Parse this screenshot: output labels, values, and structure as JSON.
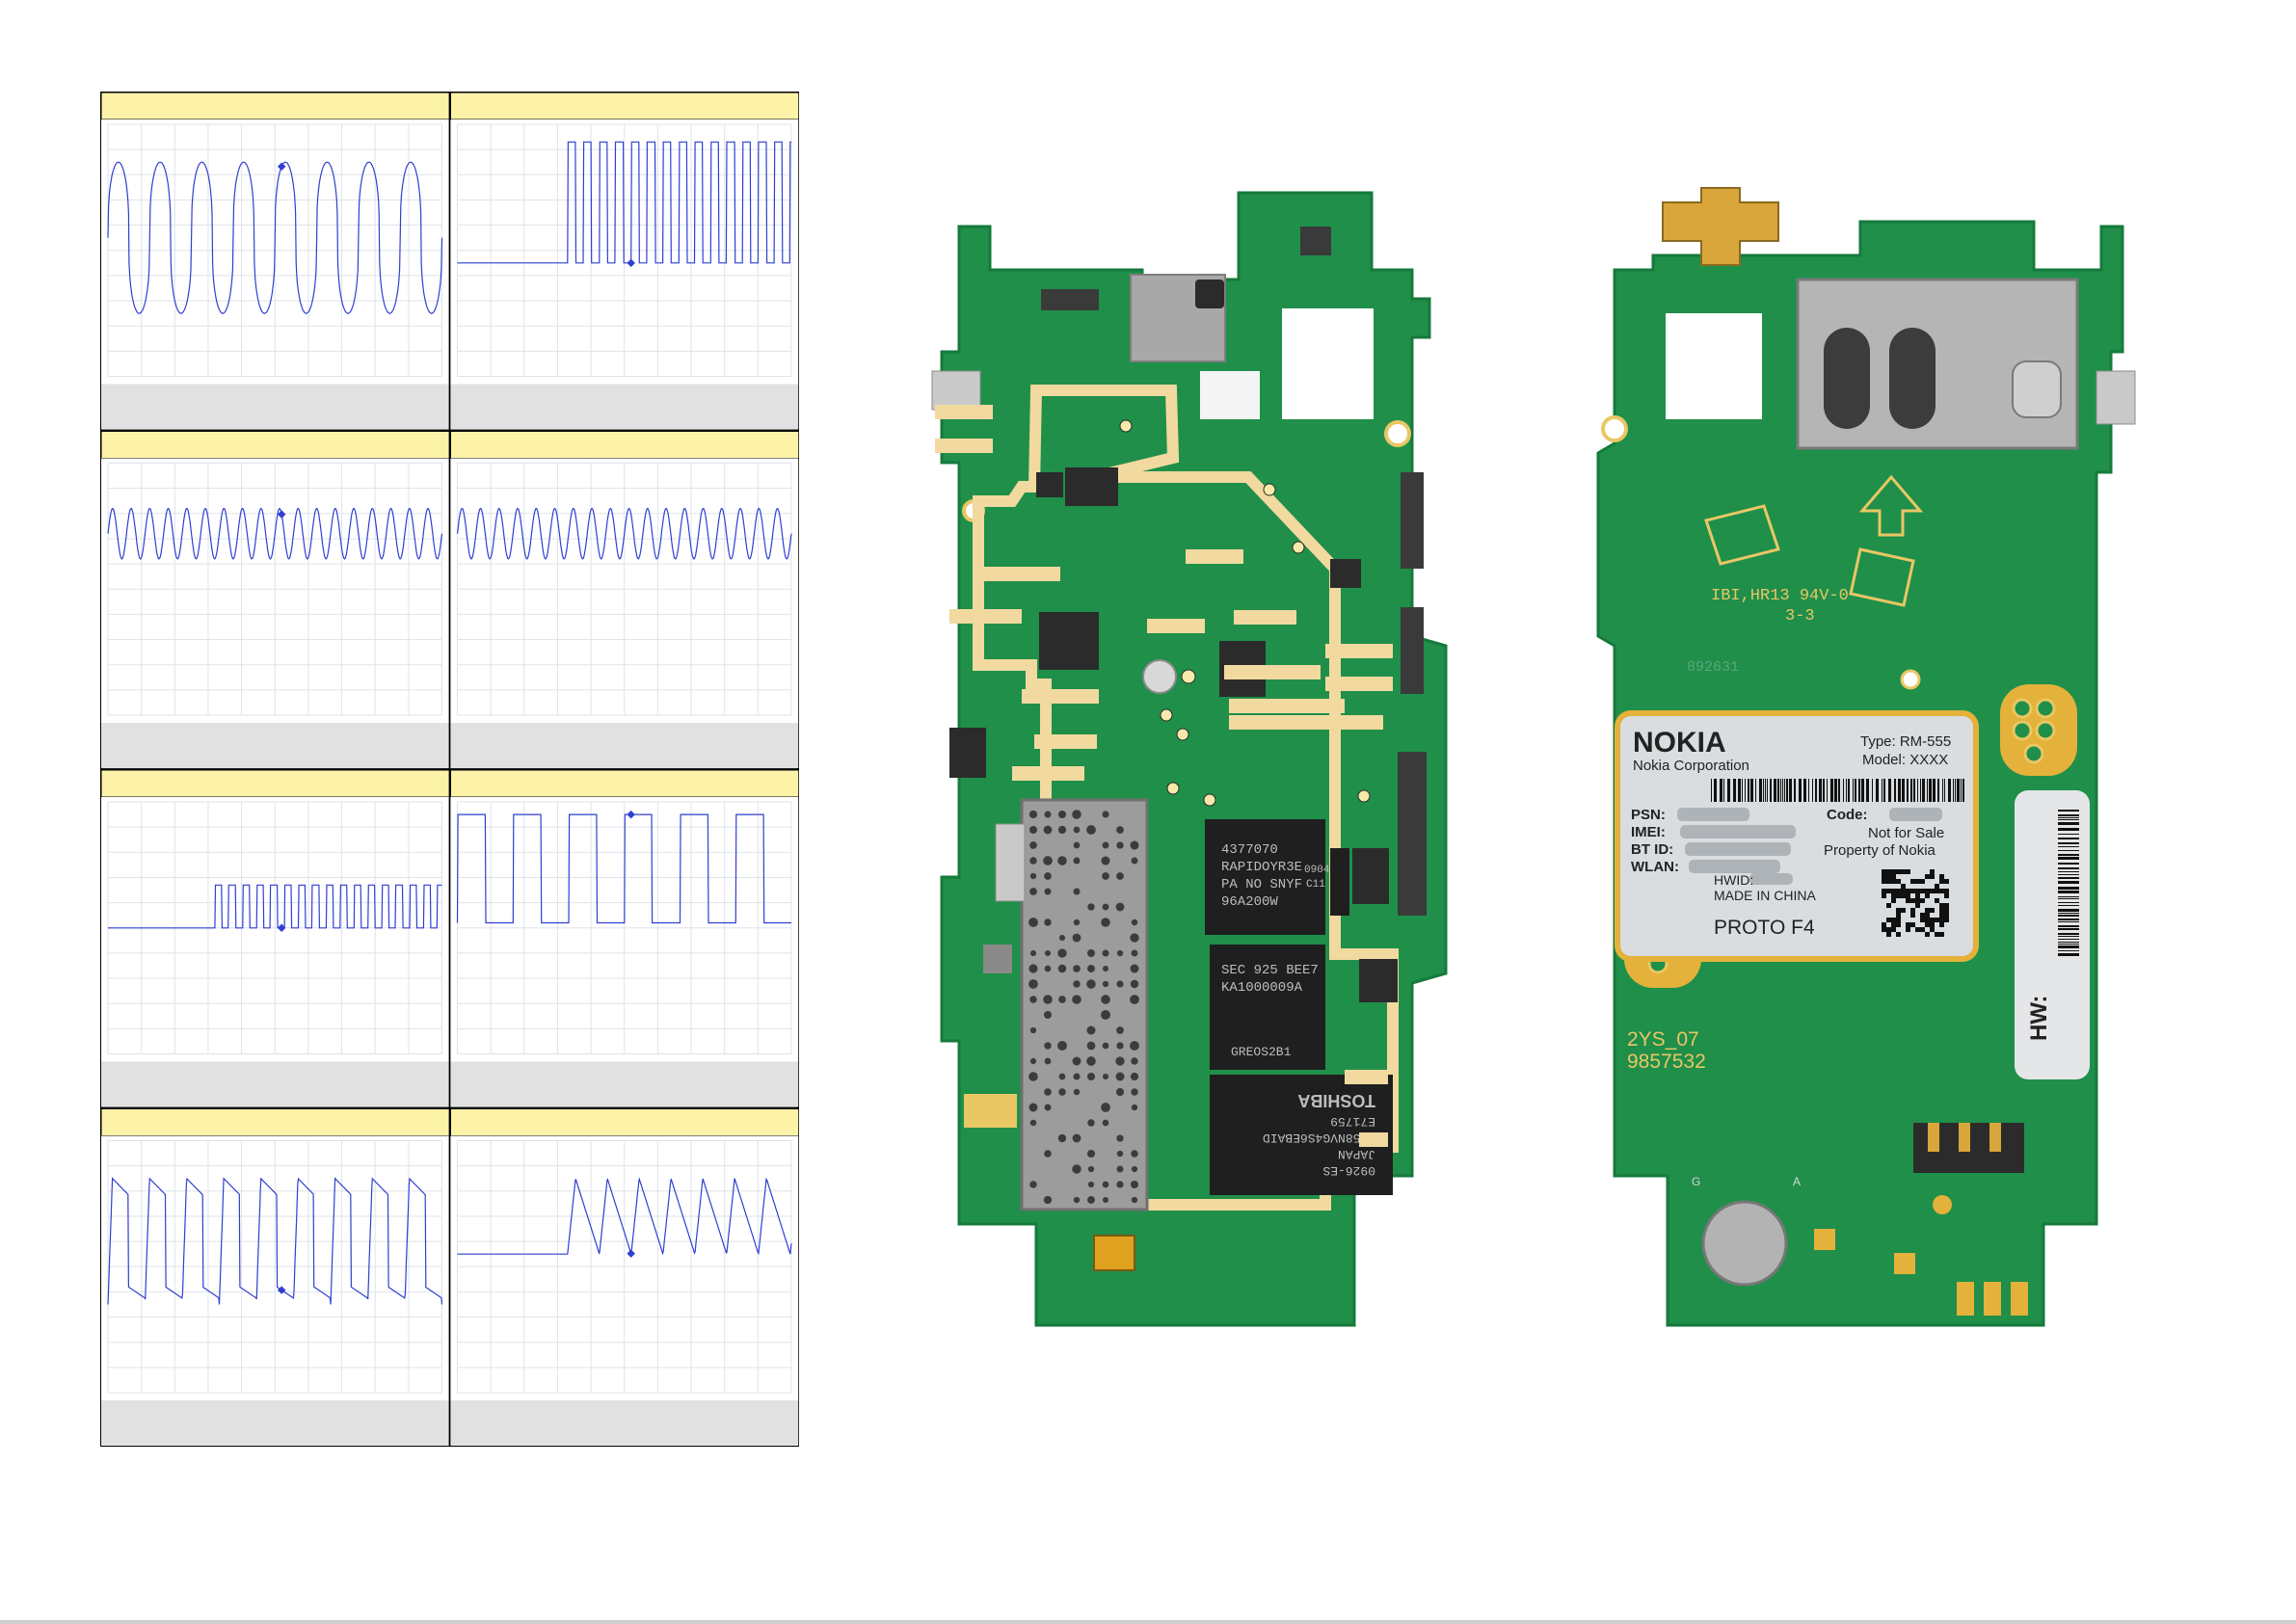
{
  "colors": {
    "panel_header": "#fdf3a8",
    "panel_footer": "#e1e1e1",
    "plot_background": "#ffffff",
    "trace": "#2f3fd1",
    "grid": "#dfe3ea",
    "pcb_green": "#1f8f4a",
    "pcb_dark": "#167a3c",
    "callout": "#f1d9a0",
    "shield": "#9c9c9c",
    "chip": "#2b2b2b",
    "label": "#d9dde0"
  },
  "oscilloscope_panels": [
    {
      "id": "p1",
      "waveform": "smooth-periodic",
      "cycles": 8,
      "markers": 1
    },
    {
      "id": "p2",
      "waveform": "square-burst-after-flat",
      "cycles": 14,
      "markers": 1
    },
    {
      "id": "p3",
      "waveform": "dense-sine",
      "cycles": 18,
      "markers": 1
    },
    {
      "id": "p4",
      "waveform": "dense-sine",
      "cycles": 18,
      "markers": 0
    },
    {
      "id": "p5",
      "waveform": "fast-burst-after-flat",
      "cycles": 16,
      "markers": 1
    },
    {
      "id": "p6",
      "waveform": "square-periodic",
      "cycles": 6,
      "markers": 1
    },
    {
      "id": "p7",
      "waveform": "sharp-periodic",
      "cycles": 9,
      "markers": 1
    },
    {
      "id": "p8",
      "waveform": "periodic-after-flat",
      "cycles": 7,
      "markers": 1
    }
  ],
  "board_front": {
    "chip_markings": {
      "u1": [
        "4377070",
        "RAPIDOYR3E",
        "PA NO SNYF",
        "96A200W"
      ],
      "u1_side": [
        "0904",
        "C11"
      ],
      "u2": [
        "SEC 925 BEE7",
        "KA1000009A"
      ],
      "u2_sub": "GREOS2B1",
      "u3": [
        "0926-ES",
        "JAPAN",
        "TH58NVG4S6EBAID",
        "E71759"
      ],
      "u3_brand": "TOSHIBA"
    }
  },
  "board_back": {
    "silkscreen_ul": "IBI,HR13 94V-0",
    "silkscreen_ul2": "3-3",
    "serial_silk": "892631",
    "code_silk_1": "2YS_07",
    "code_silk_2": "9857532",
    "battery_label_left": "G",
    "battery_label_right": "A",
    "label": {
      "brand": "NOKIA",
      "company": "Nokia Corporation",
      "type": "Type: RM-555",
      "model": "Model: XXXX",
      "psn": "PSN:",
      "imei": "IMEI:",
      "btid": "BT ID:",
      "wlan": "WLAN:",
      "code": "Code:",
      "not_for_sale": "Not for Sale",
      "property": "Property of Nokia",
      "hwid": "HWID:",
      "made_in": "MADE IN CHINA",
      "proto": "PROTO F4"
    },
    "side_label": "HW:"
  }
}
